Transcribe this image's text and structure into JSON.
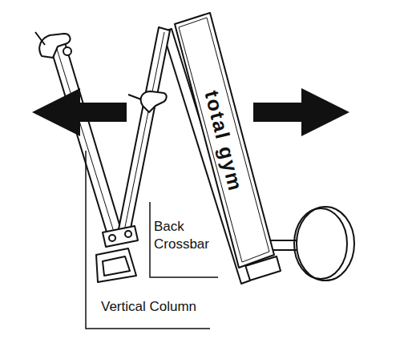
{
  "diagram": {
    "labels": [
      "Back Crossbar",
      "Vertical Column",
      "total gym"
    ]
  }
}
